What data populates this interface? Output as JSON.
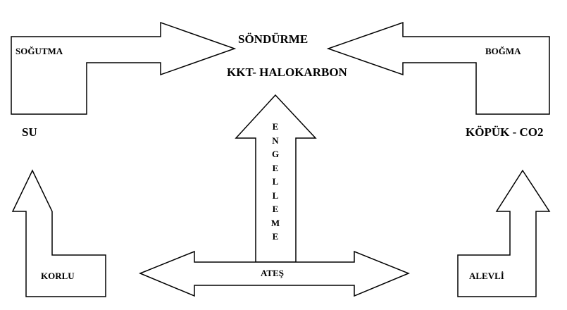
{
  "diagram": {
    "center_top": "SÖNDÜRME",
    "center_sub": "KKT- HALOKARBON",
    "left_top_arrow": "SOĞUTMA",
    "right_top_arrow": "BOĞMA",
    "left_agent": "SU",
    "right_agent": "KÖPÜK - CO2",
    "vertical_arrow": "ENGELLEME",
    "bottom_center": "ATEŞ",
    "bottom_left": "KORLU",
    "bottom_right": "ALEVLİ"
  },
  "colors": {
    "stroke": "#000000",
    "fill": "#ffffff",
    "text": "#000000"
  }
}
